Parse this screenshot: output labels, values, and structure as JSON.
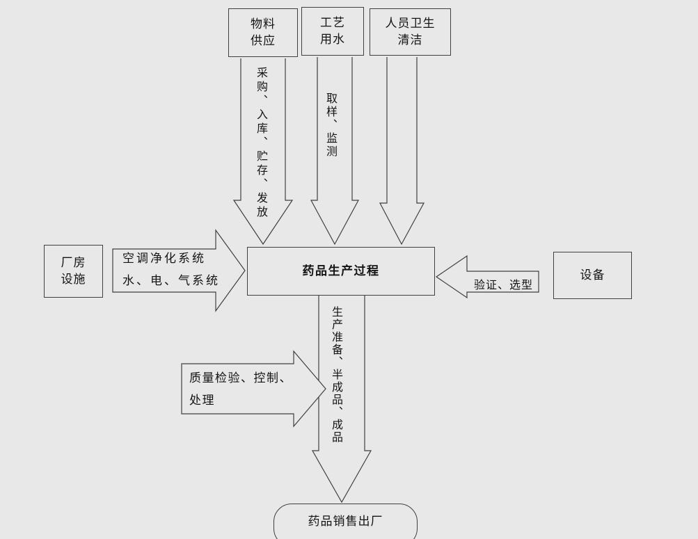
{
  "colors": {
    "background": "#e8e8e8",
    "line": "#3f3f3f",
    "text": "#141414"
  },
  "nodes": {
    "material_supply": "物料\n供应",
    "process_water": "工艺\n用水",
    "personnel_hygiene": "人员卫生\n清洁",
    "plant_facilities": "厂房\n设施",
    "production_process": "药品生产过程",
    "equipment": "设备",
    "factory_release": "药品销售出厂"
  },
  "arrow_labels": {
    "procurement": "采购、入库、贮存、发放",
    "sampling": "取样、监测",
    "utilities": "空调净化系统\n水、电、气系统",
    "validation": "验证、选型",
    "production_output": "生产准备、半成品、成品",
    "quality": "质量检验、控制、\n处理"
  }
}
